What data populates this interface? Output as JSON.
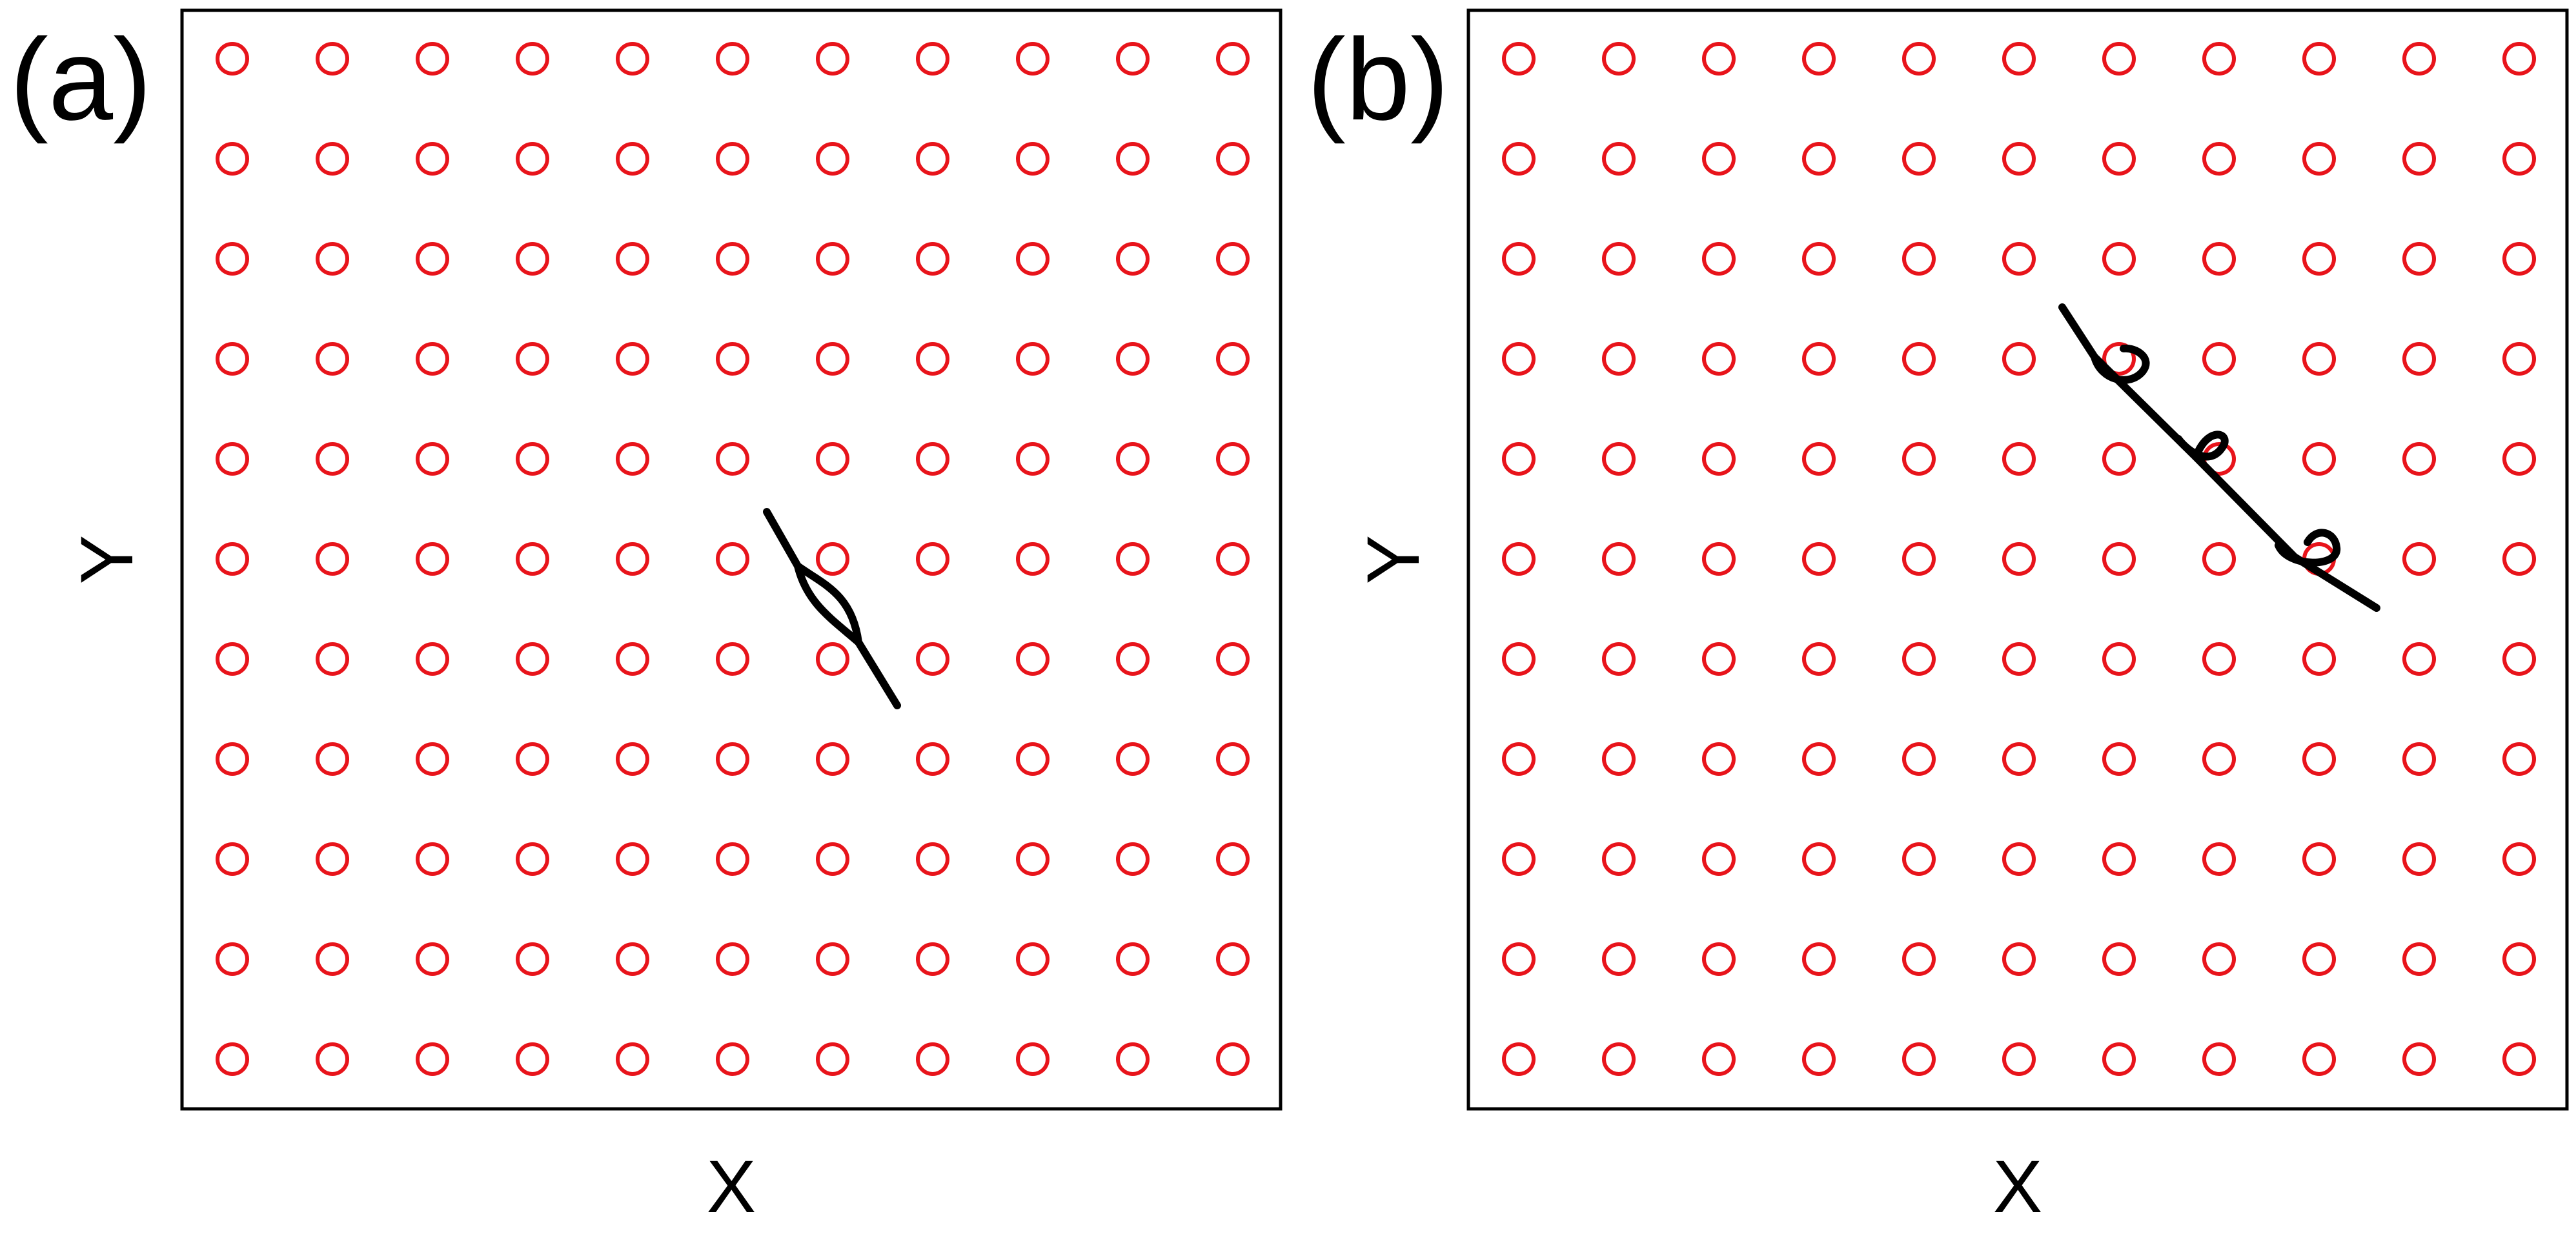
{
  "colors": {
    "atom": "#e8141b",
    "line": "#000000",
    "frame": "#000000"
  },
  "lattice": {
    "rows": 11,
    "cols": 11
  },
  "panels": [
    {
      "id": "a",
      "label": "(a)",
      "xlabel": "X",
      "ylabel": "Y",
      "kinks": 1
    },
    {
      "id": "b",
      "label": "(b)",
      "xlabel": "X",
      "ylabel": "Y",
      "kinks": 3
    }
  ]
}
